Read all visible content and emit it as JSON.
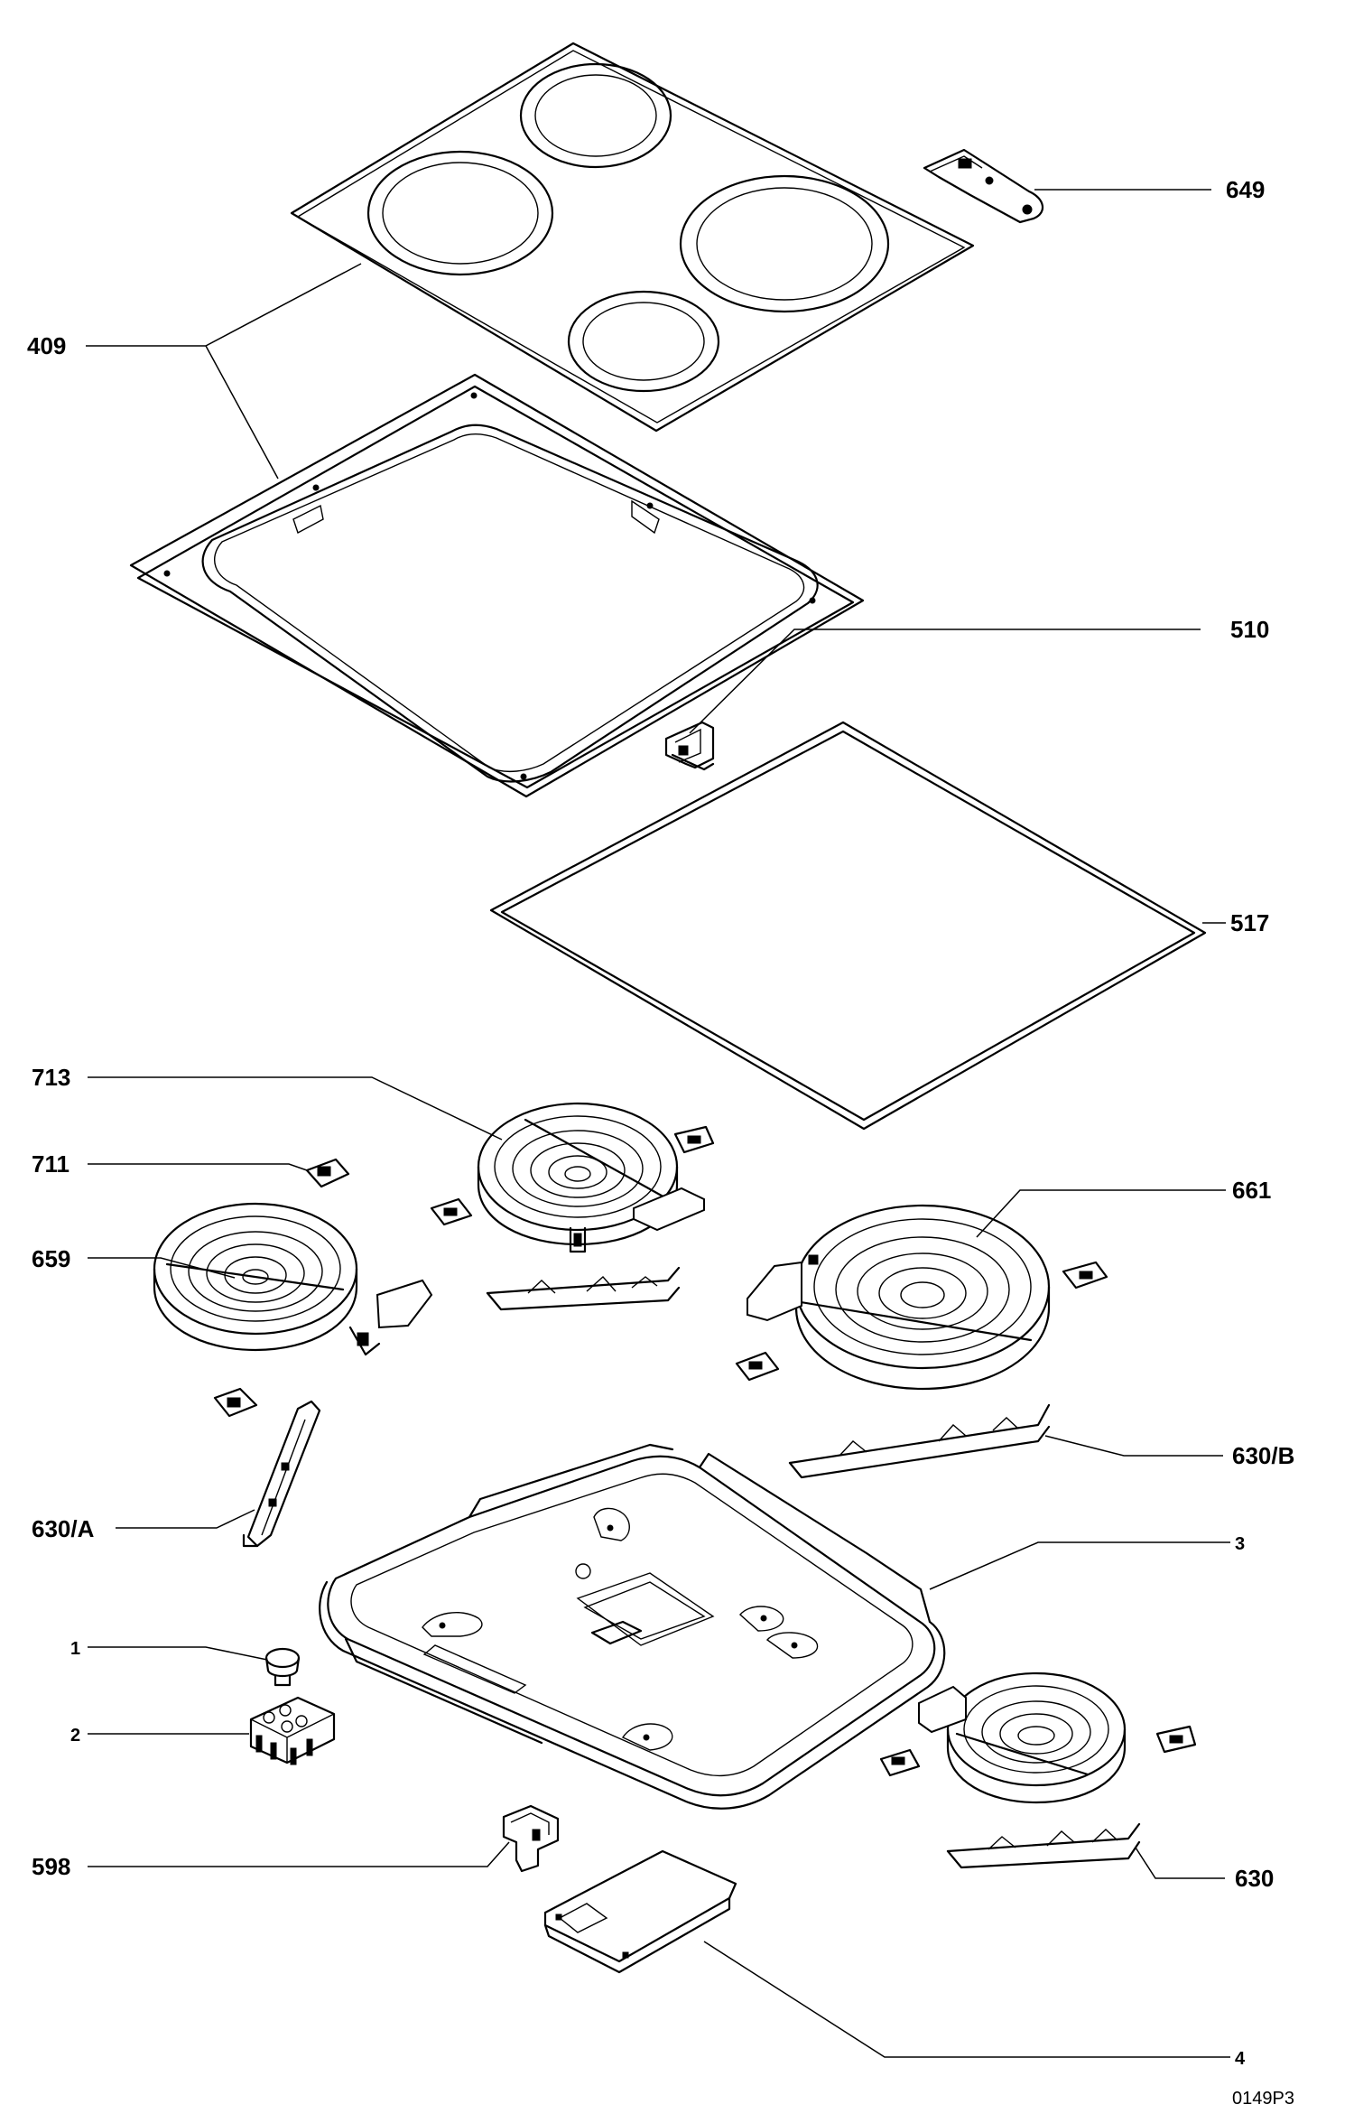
{
  "diagram": {
    "reference": "0149P3",
    "labels": {
      "l649": "649",
      "l409": "409",
      "l510": "510",
      "l517": "517",
      "l713": "713",
      "l711": "711",
      "l661": "661",
      "l659": "659",
      "l630b": "630/B",
      "l630a": "630/A",
      "l3": "3",
      "l1": "1",
      "l2": "2",
      "l598": "598",
      "l630": "630",
      "l4": "4"
    }
  }
}
